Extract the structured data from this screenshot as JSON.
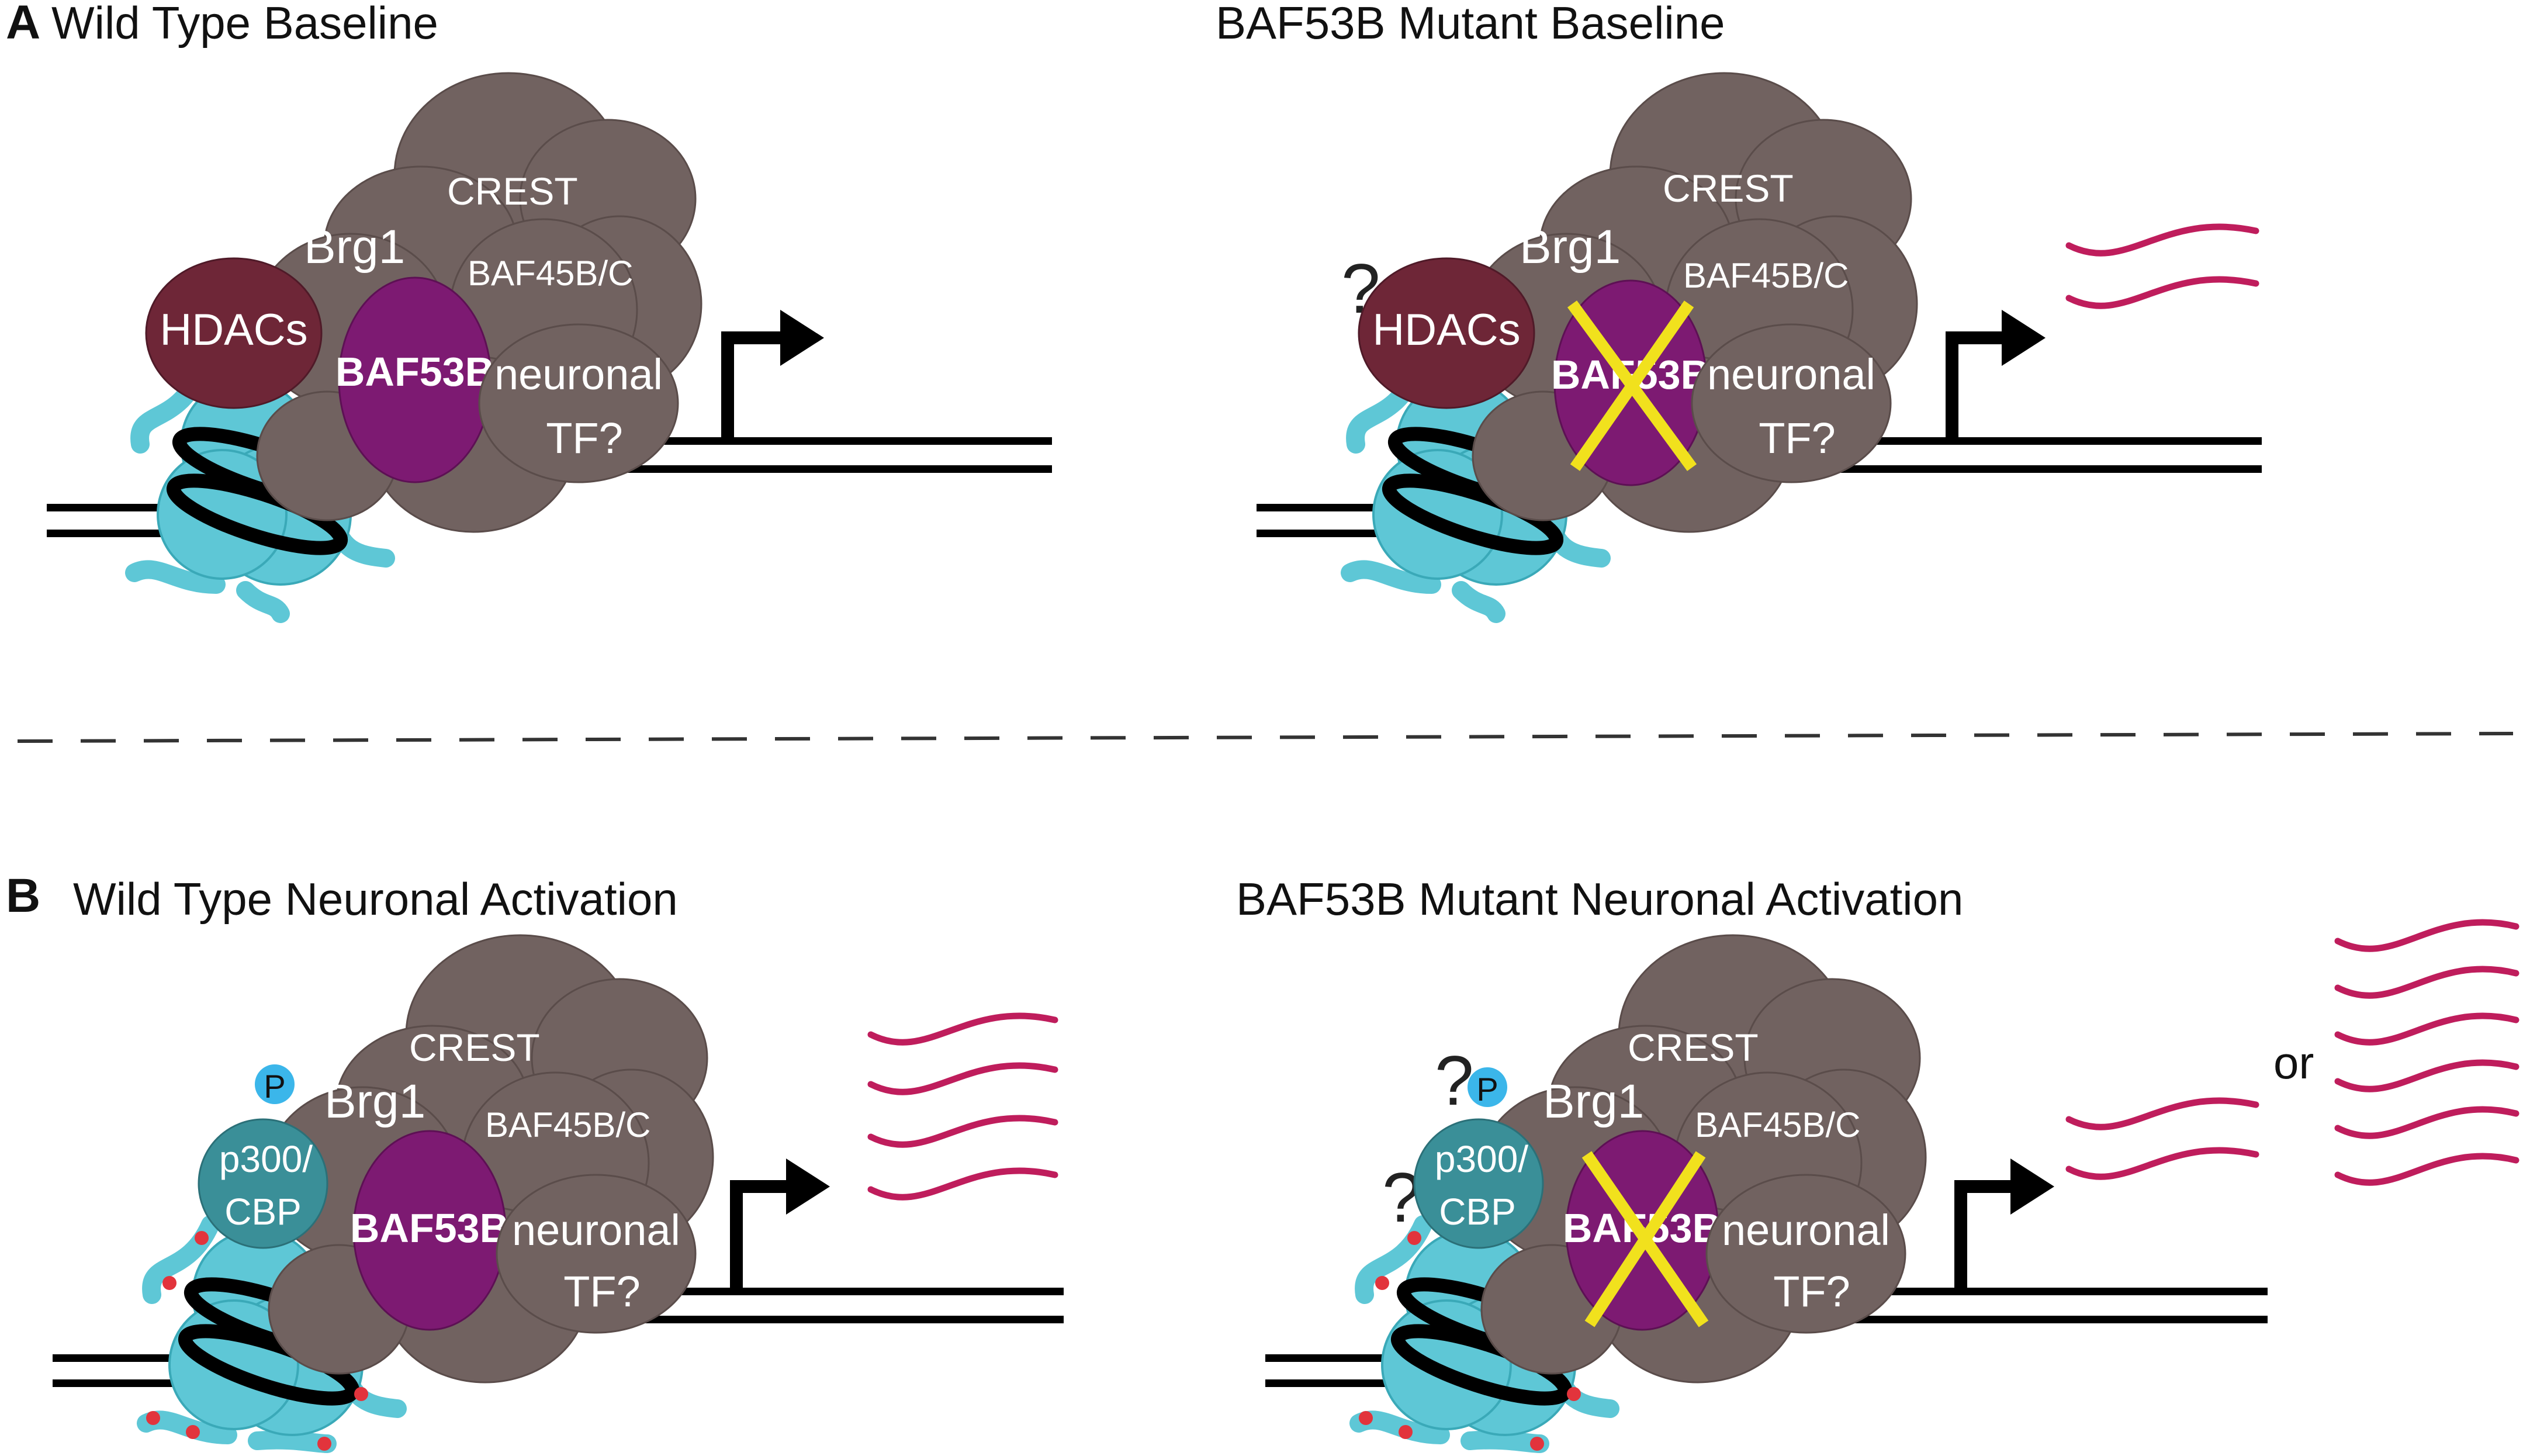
{
  "panels": [
    {
      "letter": "A",
      "title": "Wild Type Baseline",
      "labels": {
        "crest": "CREST",
        "brg1": "Brg1",
        "baf45": "BAF45B/C",
        "enzyme": "HDACs",
        "baf53b": "BAF53B",
        "tf_line1": "neuronal",
        "tf_line2": "TF?"
      }
    },
    {
      "letter": "",
      "title": "BAF53B Mutant Baseline",
      "question": "?",
      "labels": {
        "crest": "CREST",
        "brg1": "Brg1",
        "baf45": "BAF45B/C",
        "enzyme": "HDACs",
        "baf53b": "BAF53B",
        "tf_line1": "neuronal",
        "tf_line2": "TF?"
      }
    },
    {
      "letter": "B",
      "title": "Wild Type Neuronal Activation",
      "phospho": "P",
      "labels": {
        "crest": "CREST",
        "brg1": "Brg1",
        "baf45": "BAF45B/C",
        "enzyme_line1": "p300/",
        "enzyme_line2": "CBP",
        "baf53b": "BAF53B",
        "tf_line1": "neuronal",
        "tf_line2": "TF?"
      }
    },
    {
      "letter": "",
      "title": "BAF53B Mutant Neuronal Activation",
      "phospho": "P",
      "question": "?",
      "conjunction": "or",
      "labels": {
        "crest": "CREST",
        "brg1": "Brg1",
        "baf45": "BAF45B/C",
        "enzyme_line1": "p300/",
        "enzyme_line2": "CBP",
        "baf53b": "BAF53B",
        "tf_line1": "neuronal",
        "tf_line2": "TF?"
      }
    }
  ],
  "colors": {
    "complex": "#716260",
    "complex_edge": "#5a4c4a",
    "hdac": "#6e2637",
    "baf53b": "#7d1a72",
    "p300": "#3a8f98",
    "nucleosome": "#5ec7d6",
    "nucleosome_edge": "#3aa9b8",
    "dna": "#000000",
    "mrna": "#bf1d5c",
    "mutation_x": "#f1e11d",
    "phospho": "#3bb6ea",
    "acetyl": "#e2343c",
    "divider": "#333333"
  },
  "icons": [
    "nucleosome-icon",
    "transcription-arrow-icon",
    "mrna-wave-icon",
    "mutation-cross-icon",
    "phosphate-icon"
  ]
}
